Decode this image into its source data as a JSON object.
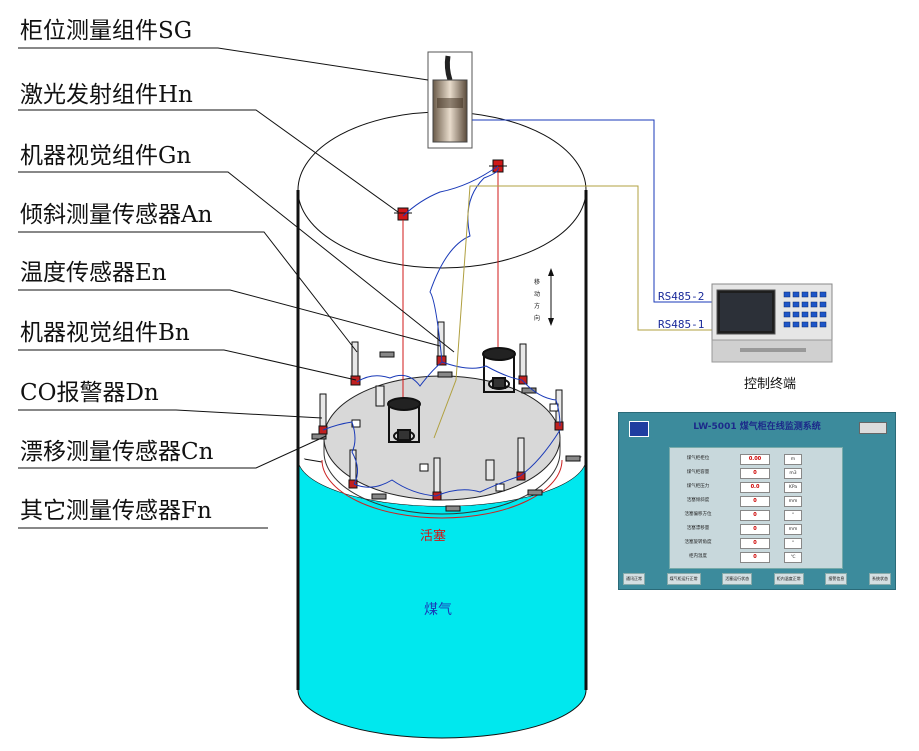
{
  "labels": {
    "sg": "柜位测量组件SG",
    "hn": "激光发射组件Hn",
    "gn": "机器视觉组件Gn",
    "an": "倾斜测量传感器An",
    "en": "温度传感器En",
    "bn": "机器视觉组件Bn",
    "dn": "CO报警器Dn",
    "cn": "漂移测量传感器Cn",
    "fn": "其它测量传感器Fn"
  },
  "tank": {
    "piston": "活塞",
    "gas": "煤气",
    "move_direction": "移动方向"
  },
  "comm": {
    "rs485_2": "RS485-2",
    "rs485_1": "RS485-1",
    "terminal": "控制终端"
  },
  "panel": {
    "title": "LW-5001 煤气柜在线监测系统",
    "rows": [
      {
        "name": "煤气柜柜位",
        "value": "0.00",
        "unit": "m"
      },
      {
        "name": "煤气柜容量",
        "value": "0",
        "unit": "m3"
      },
      {
        "name": "煤气柜压力",
        "value": "0.0",
        "unit": "KPa"
      },
      {
        "name": "活塞倾斜度",
        "value": "0",
        "unit": "mm"
      },
      {
        "name": "活塞偏移方位",
        "value": "0",
        "unit": "°"
      },
      {
        "name": "活塞漂移量",
        "value": "0",
        "unit": "mm"
      },
      {
        "name": "活塞旋转角度",
        "value": "0",
        "unit": "°"
      },
      {
        "name": "柜内温度",
        "value": "0",
        "unit": "℃"
      }
    ],
    "status": [
      "通讯正常",
      "煤气柜运行正常",
      "活塞运行状态",
      "柜内温度正常",
      "报警信息",
      "系统状态"
    ]
  },
  "colors": {
    "laser": "#d01818",
    "signal": "#1a3ab8",
    "gas": "#00e8ee",
    "piston": "#d8d8d8",
    "rs485_1_line": "#b0a040"
  }
}
